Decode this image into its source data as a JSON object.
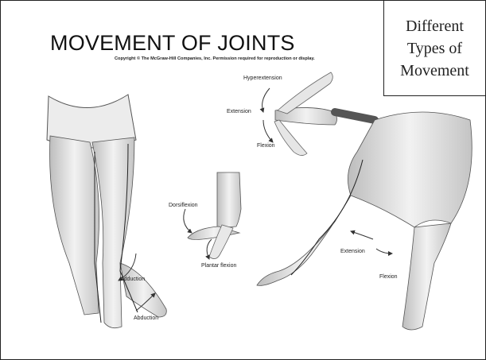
{
  "slide": {
    "title": "MOVEMENT OF JOINTS",
    "copyright": "Copyright © The McGraw-Hill Companies, Inc. Permission required for reproduction or display.",
    "callout_lines": [
      "Different",
      "Types of",
      "Movement"
    ]
  },
  "labels": {
    "hyperextension": "Hyperextension",
    "extension_hand": "Extension",
    "flexion_hand": "Flexion",
    "dorsiflexion": "Dorsiflexion",
    "plantar_flexion": "Plantar flexion",
    "adduction": "Adduction",
    "abduction": "Abduction",
    "extension_knee": "Extension",
    "flexion_knee": "Flexion"
  }
}
